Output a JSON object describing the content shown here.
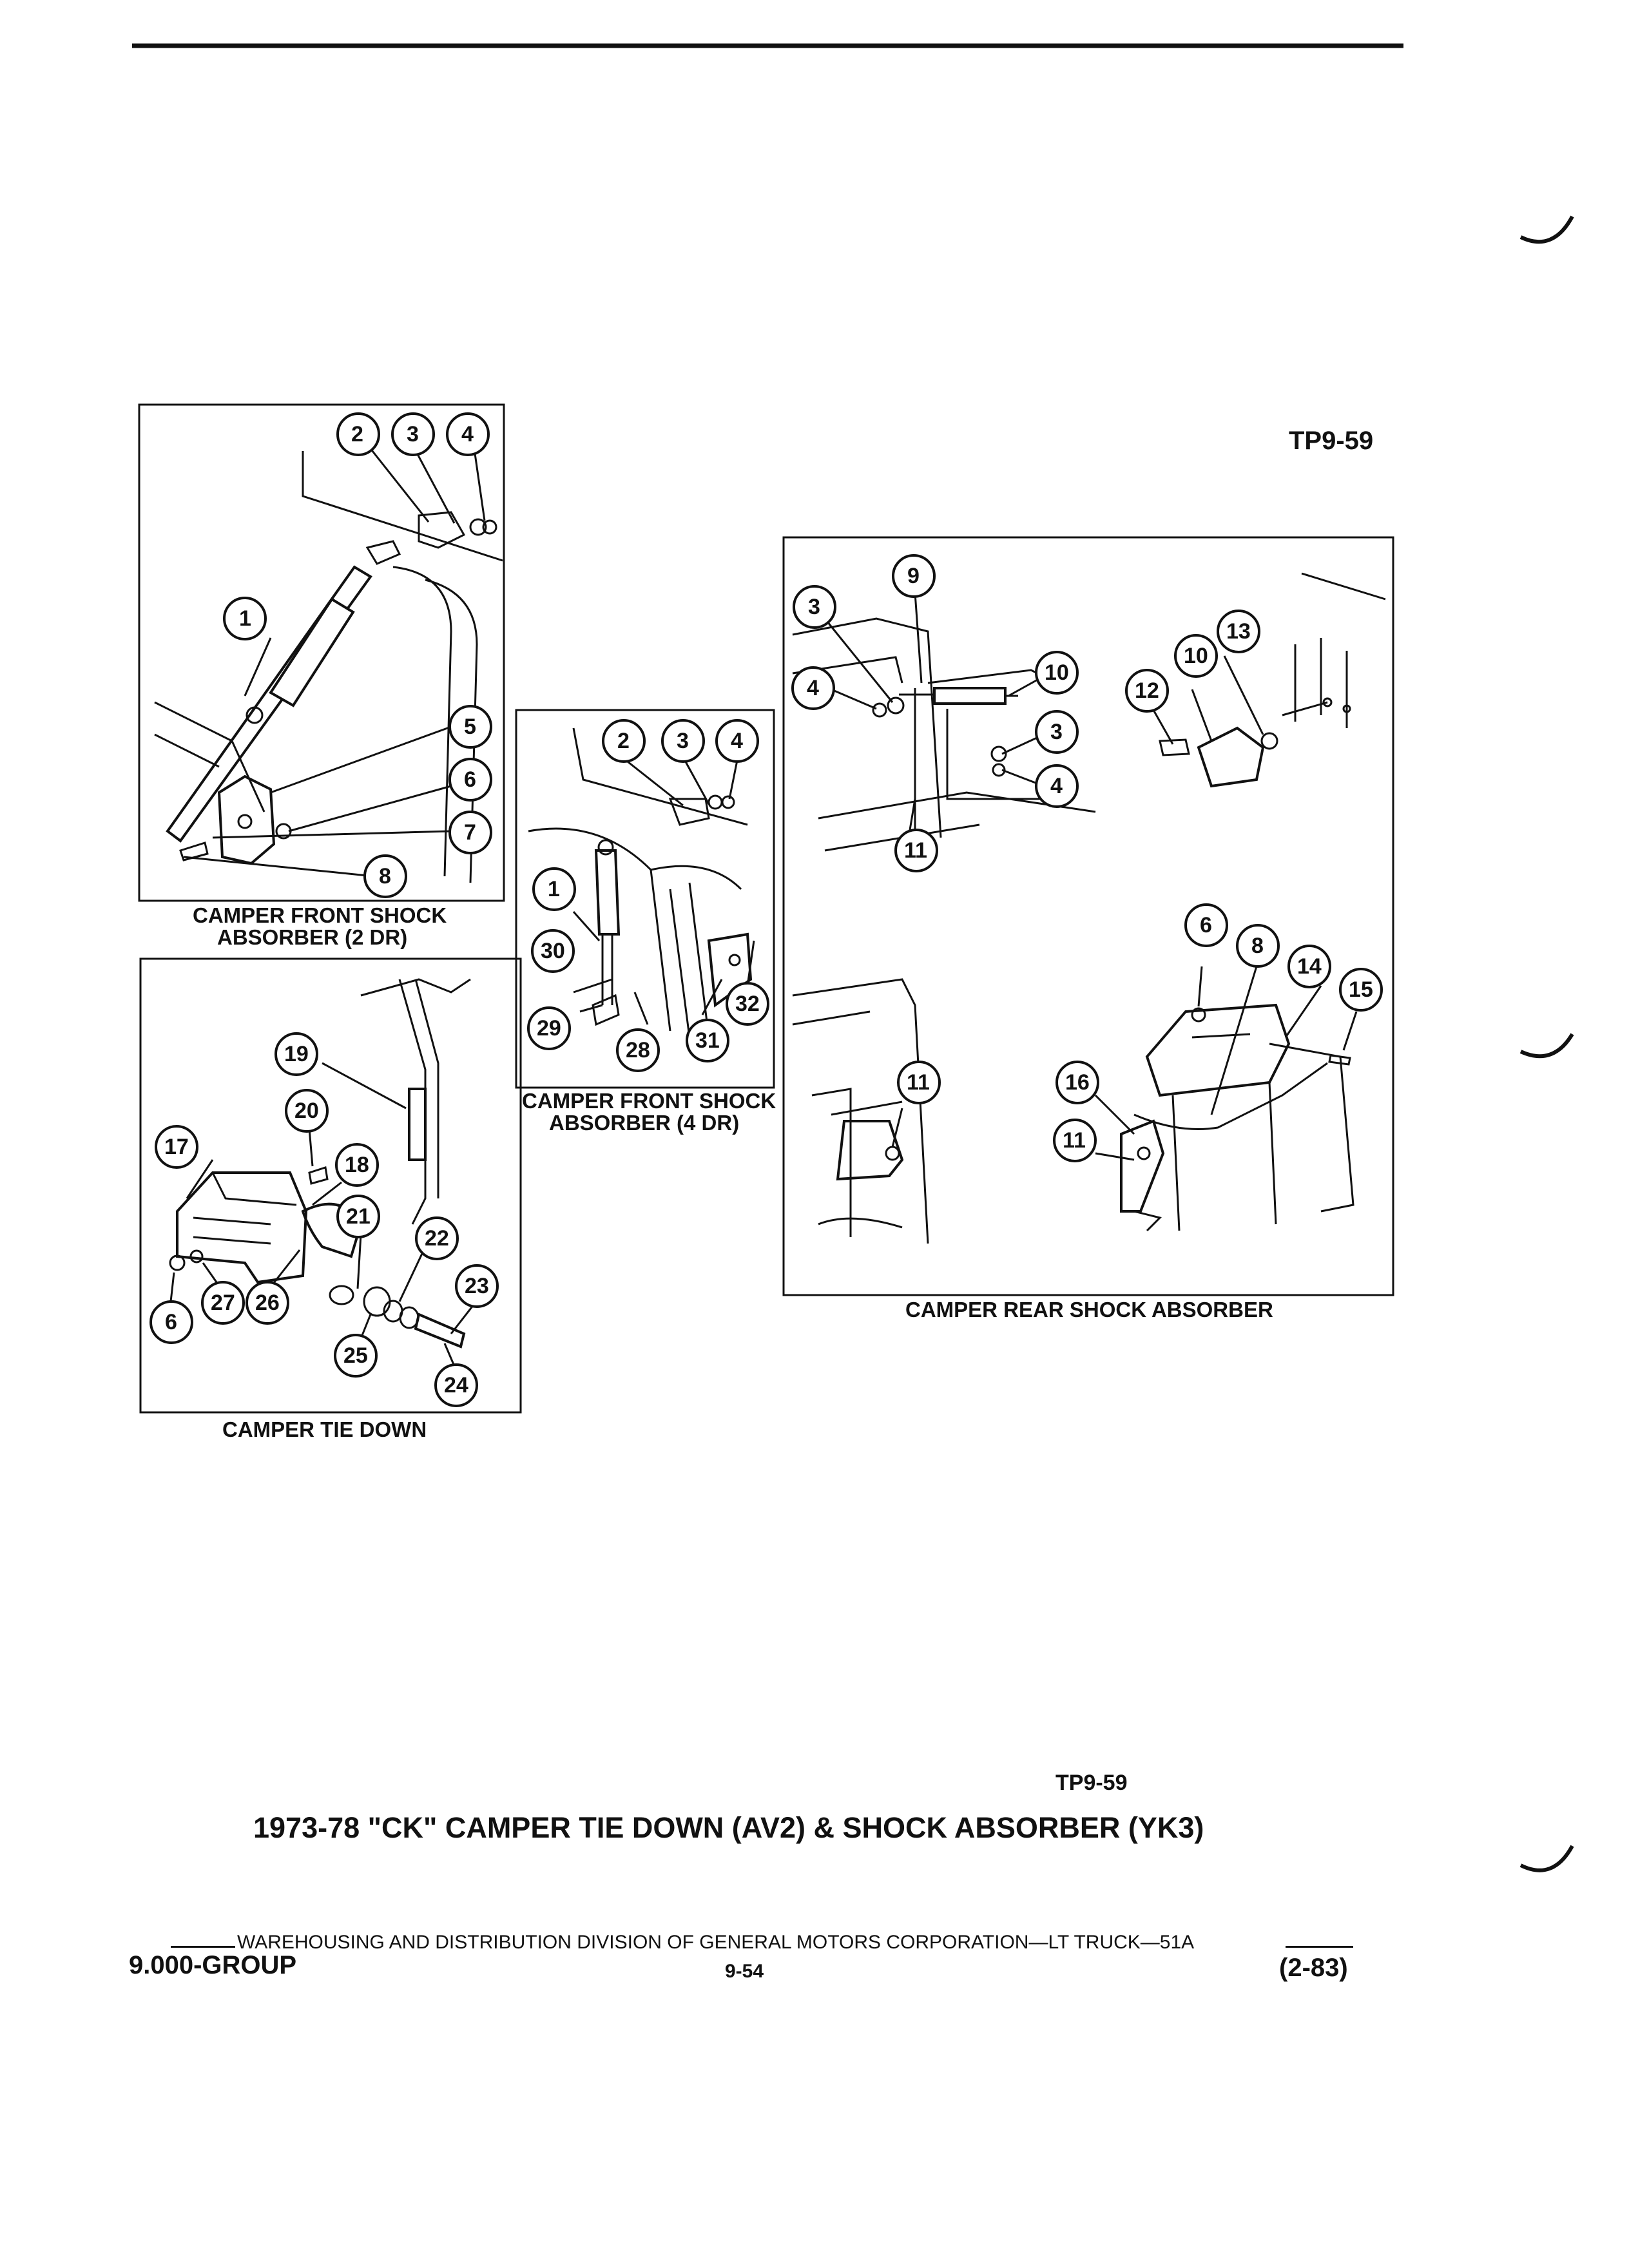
{
  "page_ref_top": "TP9-59",
  "page_ref_bottom": "TP9-59",
  "title": "1973-78 \"CK\" CAMPER TIE DOWN (AV2) & SHOCK ABSORBER (YK3)",
  "footer": {
    "division": "WAREHOUSING AND DISTRIBUTION  DIVISION OF GENERAL MOTORS CORPORATION—LT TRUCK—51A",
    "group": "9.000-GROUP",
    "page_number": "9-54",
    "date_code": "(2-83)"
  },
  "panels": {
    "front_2dr": {
      "caption_line1": "CAMPER FRONT SHOCK",
      "caption_line2": "ABSORBER (2 DR)",
      "callouts": [
        "2",
        "3",
        "4",
        "1",
        "5",
        "6",
        "7",
        "8"
      ]
    },
    "front_4dr": {
      "caption_line1": "CAMPER FRONT SHOCK",
      "caption_line2": "ABSORBER (4 DR)",
      "callouts": [
        "2",
        "3",
        "4",
        "1",
        "30",
        "29",
        "28",
        "31",
        "32"
      ]
    },
    "tie_down": {
      "caption": "CAMPER TIE DOWN",
      "callouts": [
        "19",
        "20",
        "17",
        "18",
        "21",
        "22",
        "23",
        "6",
        "27",
        "26",
        "25",
        "24"
      ]
    },
    "rear": {
      "caption": "CAMPER REAR SHOCK ABSORBER",
      "callouts": [
        "9",
        "3",
        "4",
        "10",
        "3",
        "4",
        "11",
        "13",
        "10",
        "12",
        "6",
        "8",
        "14",
        "15",
        "11",
        "16",
        "11"
      ]
    }
  }
}
